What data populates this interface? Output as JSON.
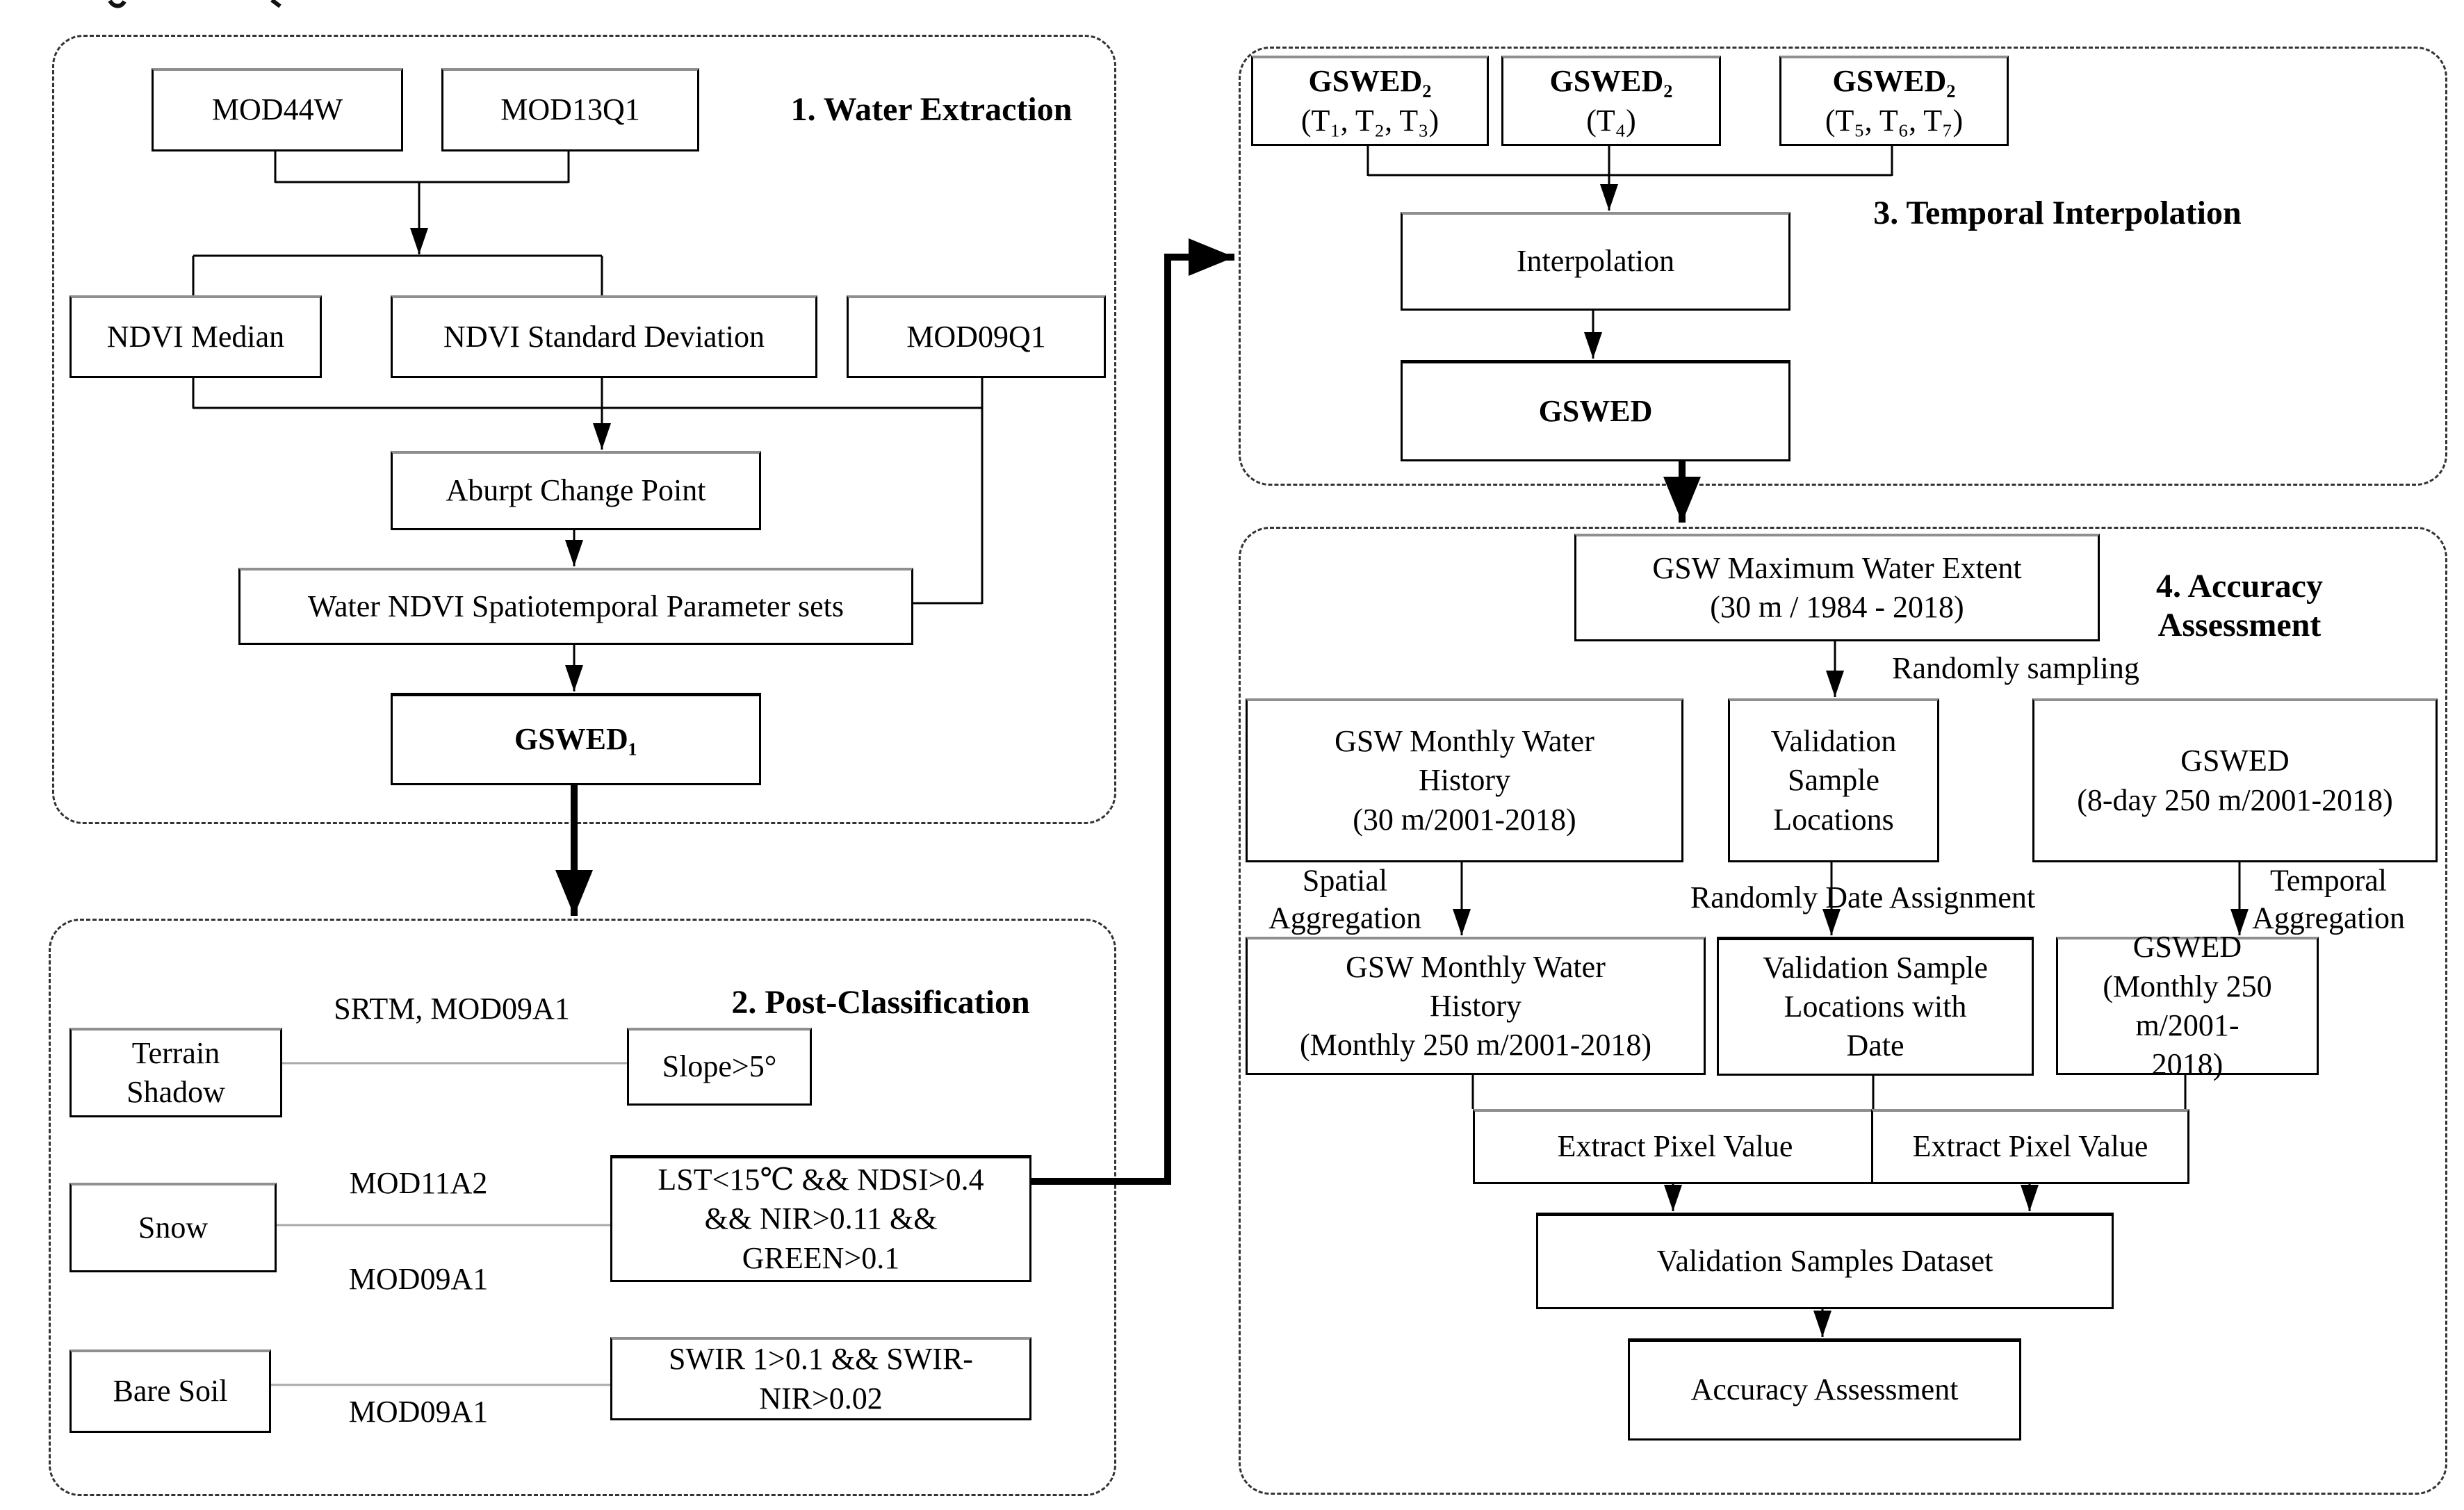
{
  "sections": {
    "water_extraction": {
      "title": "1. Water Extraction"
    },
    "post_classification": {
      "title": "2. Post-Classification"
    },
    "temporal_interpolation": {
      "title": "3. Temporal Interpolation"
    },
    "accuracy_assessment": {
      "title": "4. Accuracy\nAssessment"
    }
  },
  "nodes": {
    "mod44w": "MOD44W",
    "mod13q1": "MOD13Q1",
    "ndvi_median": "NDVI Median",
    "ndvi_sd": "NDVI Standard Deviation",
    "mod09q1": "MOD09Q1",
    "aburpt_change_point": "Aburpt Change Point",
    "water_ndvi_params": "Water NDVI Spatiotemporal Parameter sets",
    "gswed1": "GSWED₁",
    "terrain_shadow": "Terrain\nShadow",
    "slope": "Slope>5°",
    "snow": "Snow",
    "lst_rule": "LST<15℃ && NDSI>0.4\n&& NIR>0.11 &&\nGREEN>0.1",
    "bare_soil": "Bare Soil",
    "swir_rule": "SWIR 1>0.1 && SWIR-\nNIR>0.02",
    "gswed2_a_title": "GSWED₂",
    "gswed2_a_sub": "(T₁, T₂, T₃)",
    "gswed2_b_title": "GSWED₂",
    "gswed2_b_sub": "(T₄)",
    "gswed2_c_title": "GSWED₂",
    "gswed2_c_sub": "(T₅, T₆, T₇)",
    "interpolation": "Interpolation",
    "gswed": "GSWED",
    "gsw_max_extent": "GSW Maximum Water Extent\n(30 m / 1984 - 2018)",
    "gsw_monthly_30": "GSW Monthly Water\nHistory\n(30 m/2001-2018)",
    "validation_locations": "Validation\nSample\nLocations",
    "gswed_8day": "GSWED\n(8-day 250 m/2001-2018)",
    "gsw_monthly_250": "GSW Monthly Water\nHistory\n(Monthly 250 m/2001-2018)",
    "validation_with_date": "Validation Sample\nLocations with\nDate",
    "gswed_monthly": "GSWED\n(Monthly 250 m/2001-\n2018)",
    "extract_left": "Extract Pixel Value",
    "extract_right": "Extract Pixel Value",
    "validation_dataset": "Validation Samples Dataset",
    "accuracy_assessment": "Accuracy Assessment"
  },
  "edge_labels": {
    "srtm_mod09a1": "SRTM, MOD09A1",
    "mod11a2": "MOD11A2",
    "mod09a1_snow": "MOD09A1",
    "mod09a1_bare": "MOD09A1",
    "randomly_sampling": "Randomly sampling",
    "spatial_aggregation": "Spatial\nAggregation",
    "randomly_date_assignment": "Randomly Date Assignment",
    "temporal_aggregation": "Temporal\nAggregation"
  },
  "colors": {
    "line": "#000000",
    "gray_line": "#a8a8a8",
    "border_dash": "#333333",
    "background": "#ffffff"
  }
}
